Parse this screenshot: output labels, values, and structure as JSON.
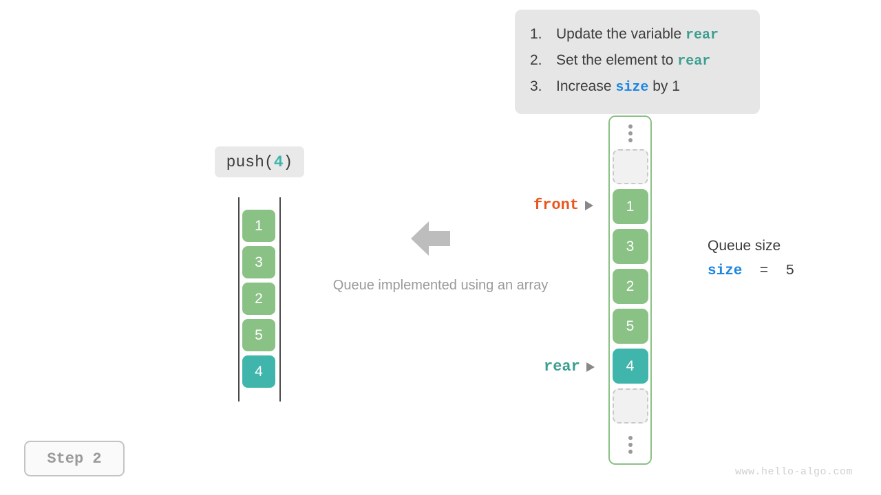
{
  "instructions": {
    "steps": [
      {
        "num": "1.",
        "pre": "Update the variable ",
        "keyword": "rear",
        "keyword_color": "teal",
        "post": ""
      },
      {
        "num": "2.",
        "pre": "Set the element to ",
        "keyword": "rear",
        "keyword_color": "teal",
        "post": ""
      },
      {
        "num": "3.",
        "pre": "Increase ",
        "keyword": "size",
        "keyword_color": "blue",
        "post": " by 1"
      }
    ]
  },
  "operation": {
    "name": "push(",
    "argument": "4",
    "close": ")"
  },
  "logical_queue": {
    "cells": [
      {
        "value": "1",
        "color": "green"
      },
      {
        "value": "3",
        "color": "green"
      },
      {
        "value": "2",
        "color": "green"
      },
      {
        "value": "5",
        "color": "green"
      },
      {
        "value": "4",
        "color": "teal"
      }
    ]
  },
  "center": {
    "caption": "Queue implemented using an array",
    "arrow_icon": "arrow-left-icon",
    "arrow_color": "#bdbdbd"
  },
  "pointers": {
    "front": {
      "label": "front",
      "color": "#e8571c"
    },
    "rear": {
      "label": "rear",
      "color": "#3a9e90"
    }
  },
  "array_container": {
    "border_color": "#8ac185",
    "slots": [
      {
        "kind": "ellipsis"
      },
      {
        "kind": "empty"
      },
      {
        "kind": "value",
        "value": "1",
        "color": "green"
      },
      {
        "kind": "value",
        "value": "3",
        "color": "green"
      },
      {
        "kind": "value",
        "value": "2",
        "color": "green"
      },
      {
        "kind": "value",
        "value": "5",
        "color": "green"
      },
      {
        "kind": "value",
        "value": "4",
        "color": "teal"
      },
      {
        "kind": "empty"
      },
      {
        "kind": "ellipsis"
      }
    ]
  },
  "size_readout": {
    "title": "Queue size",
    "variable": "size",
    "operator": "=",
    "value": "5"
  },
  "step_badge": {
    "label": "Step 2"
  },
  "watermark": {
    "text": "www.hello-algo.com"
  },
  "colors": {
    "green": "#8ac185",
    "teal": "#3fb5ac",
    "blue": "#1e86e0",
    "orange": "#e8571c",
    "panel_bg": "#e6e6e6",
    "chip_bg": "#e9e9e9"
  }
}
